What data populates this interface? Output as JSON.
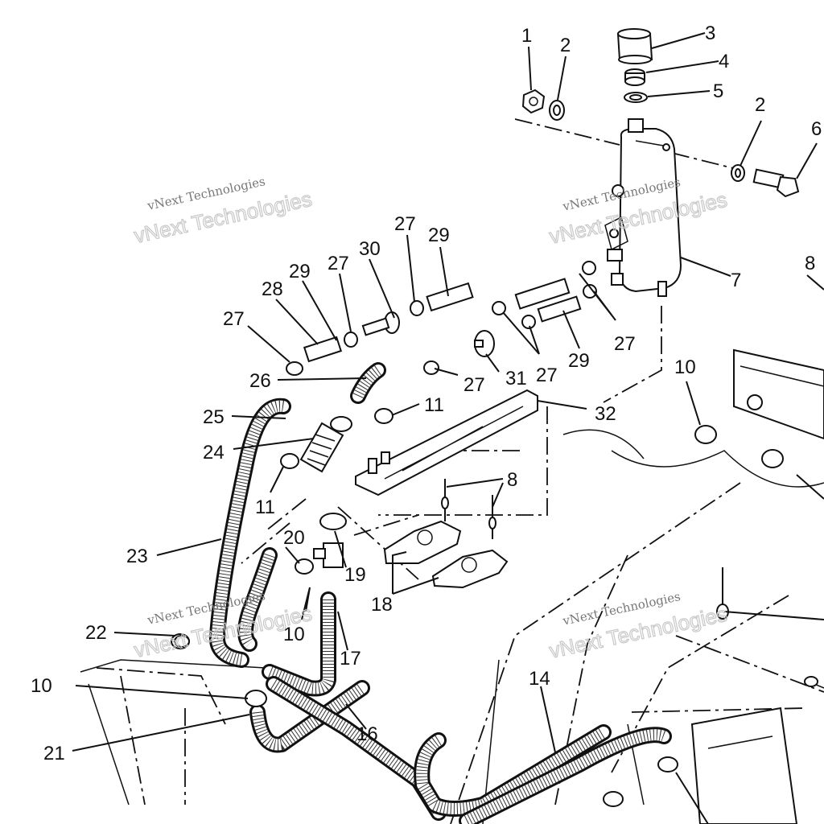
{
  "diagram": {
    "callouts": [
      "1",
      "2",
      "3",
      "4",
      "5",
      "2",
      "6",
      "7",
      "8",
      "27",
      "29",
      "30",
      "27",
      "29",
      "28",
      "27",
      "26",
      "11",
      "32",
      "31",
      "27",
      "29",
      "27",
      "27",
      "25",
      "24",
      "11",
      "8",
      "10",
      "20",
      "19",
      "18",
      "23",
      "22",
      "10",
      "17",
      "14",
      "10",
      "16",
      "21"
    ],
    "watermark": {
      "line1": "vNext Technologies",
      "line2": "vNext Technologies"
    }
  }
}
